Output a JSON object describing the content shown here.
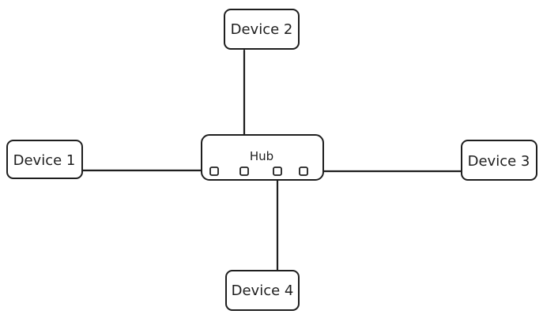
{
  "diagram": {
    "hub": {
      "label": "Hub"
    },
    "devices": [
      {
        "label": "Device 1"
      },
      {
        "label": "Device 2"
      },
      {
        "label": "Device 3"
      },
      {
        "label": "Device 4"
      }
    ]
  },
  "colors": {
    "stroke": "#1e1e1e",
    "background": "#ffffff"
  }
}
